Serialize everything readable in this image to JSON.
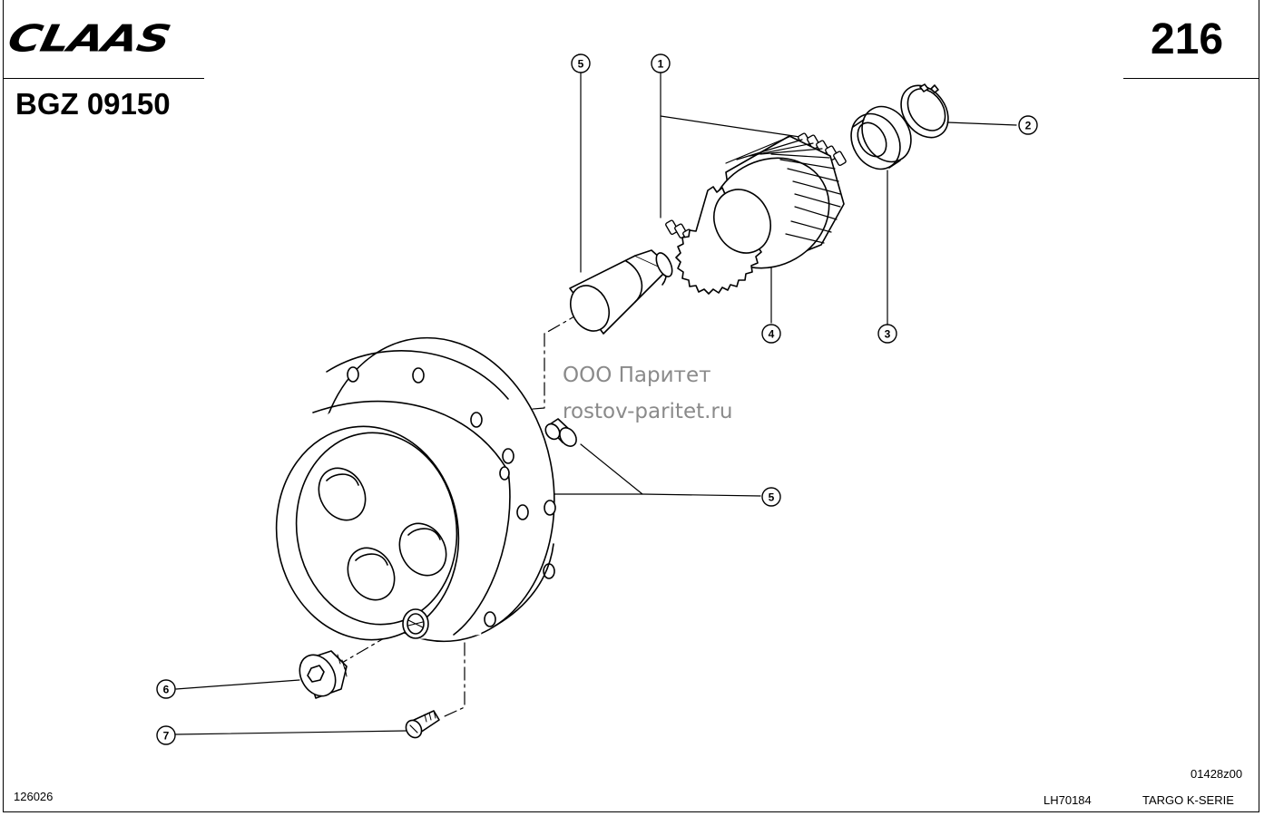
{
  "header": {
    "brand": "CLAAS",
    "assembly_code": "BGZ 09150",
    "page_number": "216"
  },
  "callouts": [
    "1",
    "2",
    "3",
    "4",
    "5",
    "5",
    "6",
    "7"
  ],
  "watermark": {
    "line1": "ООО Паритет",
    "line2": "rostov-paritet.ru"
  },
  "footer": {
    "left_code": "126026",
    "drawing_ref": "01428z00",
    "doc_ref": "LH70184",
    "series": "TARGO K-SERIE"
  }
}
